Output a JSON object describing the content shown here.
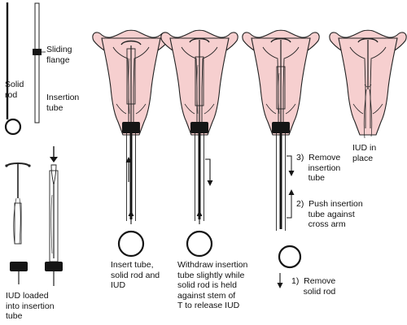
{
  "colors": {
    "uterus_fill": "#f6cfcf",
    "outline": "#222222",
    "dark": "#151515",
    "background": "#ffffff"
  },
  "labels": {
    "solid_rod": "Solid\nrod",
    "sliding_flange": "Sliding\nflange",
    "insertion_tube": "Insertion\ntube",
    "iud_loaded": "IUD loaded\ninto insertion\ntube",
    "step1_caption": "Insert tube,\nsolid rod and\nIUD",
    "step2_caption": "Withdraw insertion\ntube slightly while\nsolid rod is held\nagainst stem of\nT to release IUD",
    "step3_remove_tube": "3)  Remove\n     insertion\n     tube",
    "step3_push_tube": "2)  Push insertion\n     tube against\n     cross arm",
    "step3_remove_rod": "1)  Remove\n     solid rod",
    "iud_in_place": "IUD in\nplace"
  }
}
